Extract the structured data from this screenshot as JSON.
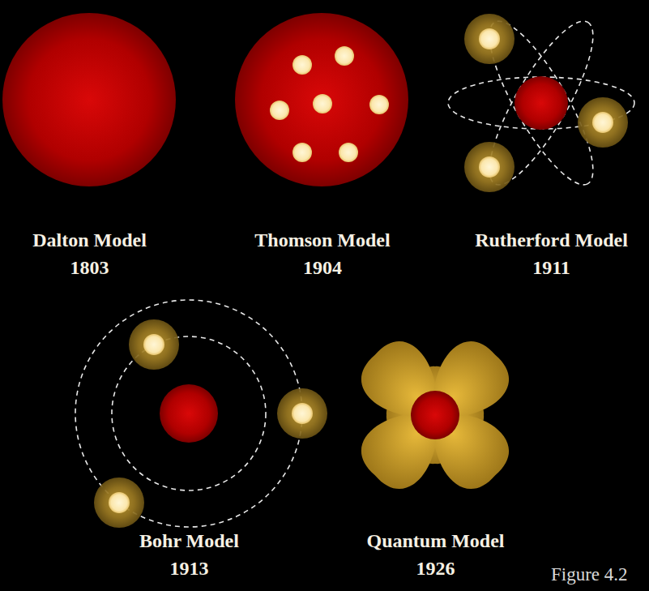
{
  "diagram": {
    "caption": "Figure 4.2",
    "nodes": [
      {
        "text": [
          "Dalton Model",
          "1803"
        ]
      },
      {
        "text": [
          "Thomson Model",
          "1904"
        ]
      },
      {
        "text": [
          "Rutherford Model",
          "1911"
        ]
      },
      {
        "text": [
          "Bohr Model",
          "1913"
        ]
      },
      {
        "text": [
          "Quantum Model",
          "1926"
        ]
      }
    ]
  }
}
